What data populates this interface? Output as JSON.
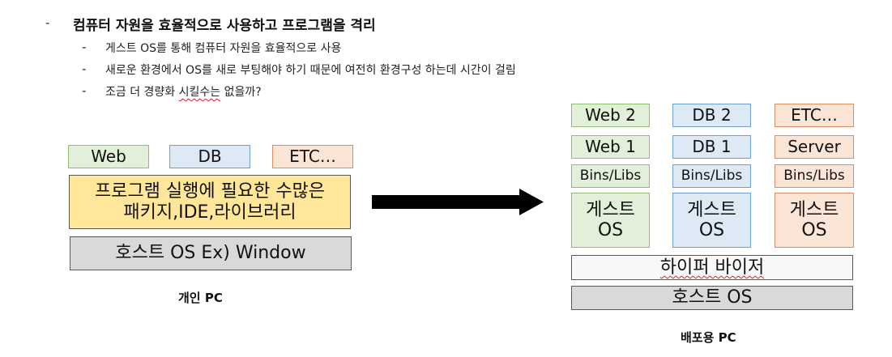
{
  "header": {
    "bullet": "-",
    "title": "컴퓨터 자원을 효율적으로 사용하고 프로그램을 격리",
    "sub_bullet": "-",
    "sub_items": [
      "게스트 OS를 통해 컴퓨터 자원을 효율적으로 사용",
      "새로운 환경에서 OS를 새로 부팅해야 하기 때문에 여전히 환경구성 하는데 시간이 걸림",
      "조금 더 경량화 시킬수는 없을까?"
    ],
    "item3_parts": {
      "before": "조금 더 경량화 ",
      "underlined": "시킬수는",
      "after": " 없을까?"
    }
  },
  "left": {
    "apps": [
      "Web",
      "DB",
      "ETC…"
    ],
    "packages_line1": "프로그램 실행에 필요한 수많은",
    "packages_line2": "패키지,IDE,라이브러리",
    "host": "호스트 OS Ex) Window",
    "caption": "개인 PC"
  },
  "right": {
    "columns": [
      {
        "top": "Web 2",
        "app": "Web 1",
        "bins": "Bins/Libs",
        "guest1": "게스트",
        "guest2": "OS"
      },
      {
        "top": "DB 2",
        "app": "DB 1",
        "bins": "Bins/Libs",
        "guest1": "게스트",
        "guest2": "OS"
      },
      {
        "top": "ETC…",
        "app": "Server",
        "bins": "Bins/Libs",
        "guest1": "게스트",
        "guest2": "OS"
      }
    ],
    "hypervisor": "하이퍼 바이저",
    "host": "호스트 OS",
    "caption": "배포용 PC"
  },
  "colors": {
    "green": "#e2f0d9",
    "blue": "#dde9f5",
    "orange": "#fbe5d6",
    "yellow": "#ffe699",
    "gray": "#d9d9d9",
    "arrow": "#000000"
  }
}
